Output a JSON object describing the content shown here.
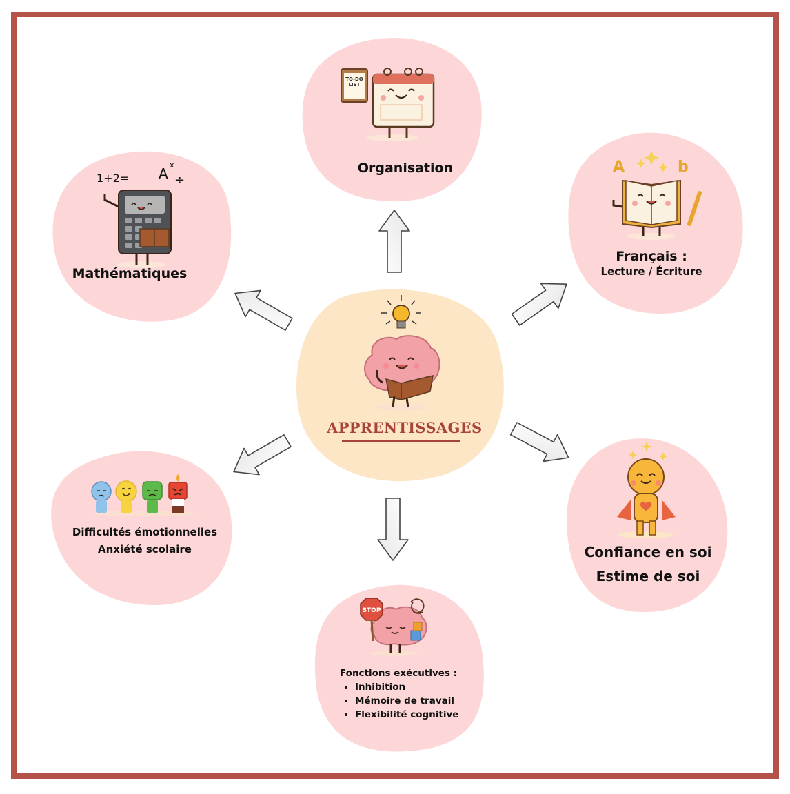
{
  "center": {
    "title": "APPRENTISSAGES",
    "illustration": "brain-reading-book-with-lightbulb",
    "color": "#fde6c6"
  },
  "nodes": [
    {
      "id": "organisation",
      "title": "Organisation",
      "illustration": "calendar-with-todo-list"
    },
    {
      "id": "mathematiques",
      "title": "Mathématiques",
      "illustration": "calculator-reading-book",
      "decor": [
        "1+2=",
        "A",
        "x",
        "÷"
      ]
    },
    {
      "id": "francais",
      "title": "Français :",
      "subtitle": "Lecture / Écriture",
      "illustration": "open-book-with-pencil",
      "decor": [
        "A",
        "b"
      ]
    },
    {
      "id": "emotions",
      "lines": [
        "Difficultés émotionnelles",
        "Anxiété scolaire"
      ],
      "illustration": "four-emotion-characters"
    },
    {
      "id": "confiance",
      "lines": [
        "Confiance en soi",
        "Estime de soi"
      ],
      "illustration": "superhero-smiley-with-heart"
    },
    {
      "id": "fonctions",
      "title": "Fonctions exécutives :",
      "items": [
        "Inhibition",
        "Mémoire de travail",
        "Flexibilité cognitive"
      ],
      "illustration": "brain-with-stop-sign-and-puzzle",
      "sign": "STOP"
    }
  ],
  "arrows": [
    "to-organisation",
    "to-mathematiques",
    "to-francais",
    "to-emotions",
    "to-confiance",
    "to-fonctions"
  ],
  "colors": {
    "frame": "#b5534a",
    "node_blob": "#fdd7d7",
    "center_blob": "#fde6c6",
    "title_accent": "#a8433b"
  }
}
